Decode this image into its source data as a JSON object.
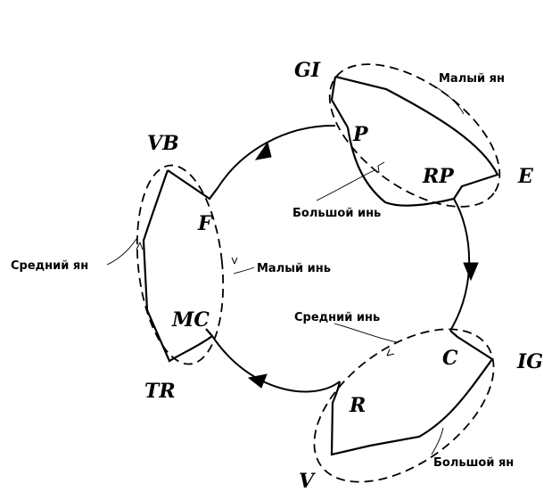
{
  "nodes": {
    "GI": "GI",
    "P": "P",
    "RP": "RP",
    "E": "E",
    "VB": "VB",
    "F": "F",
    "MC": "MC",
    "TR": "TR",
    "C": "C",
    "IG": "IG",
    "R": "R",
    "V": "V"
  },
  "annotations": {
    "small_yang": "Малый ян",
    "big_yin": "Большой инь",
    "middle_yang": "Средний ян",
    "small_yin": "Малый инь",
    "middle_yin": "Средний инь",
    "big_yang": "Большой ян"
  }
}
